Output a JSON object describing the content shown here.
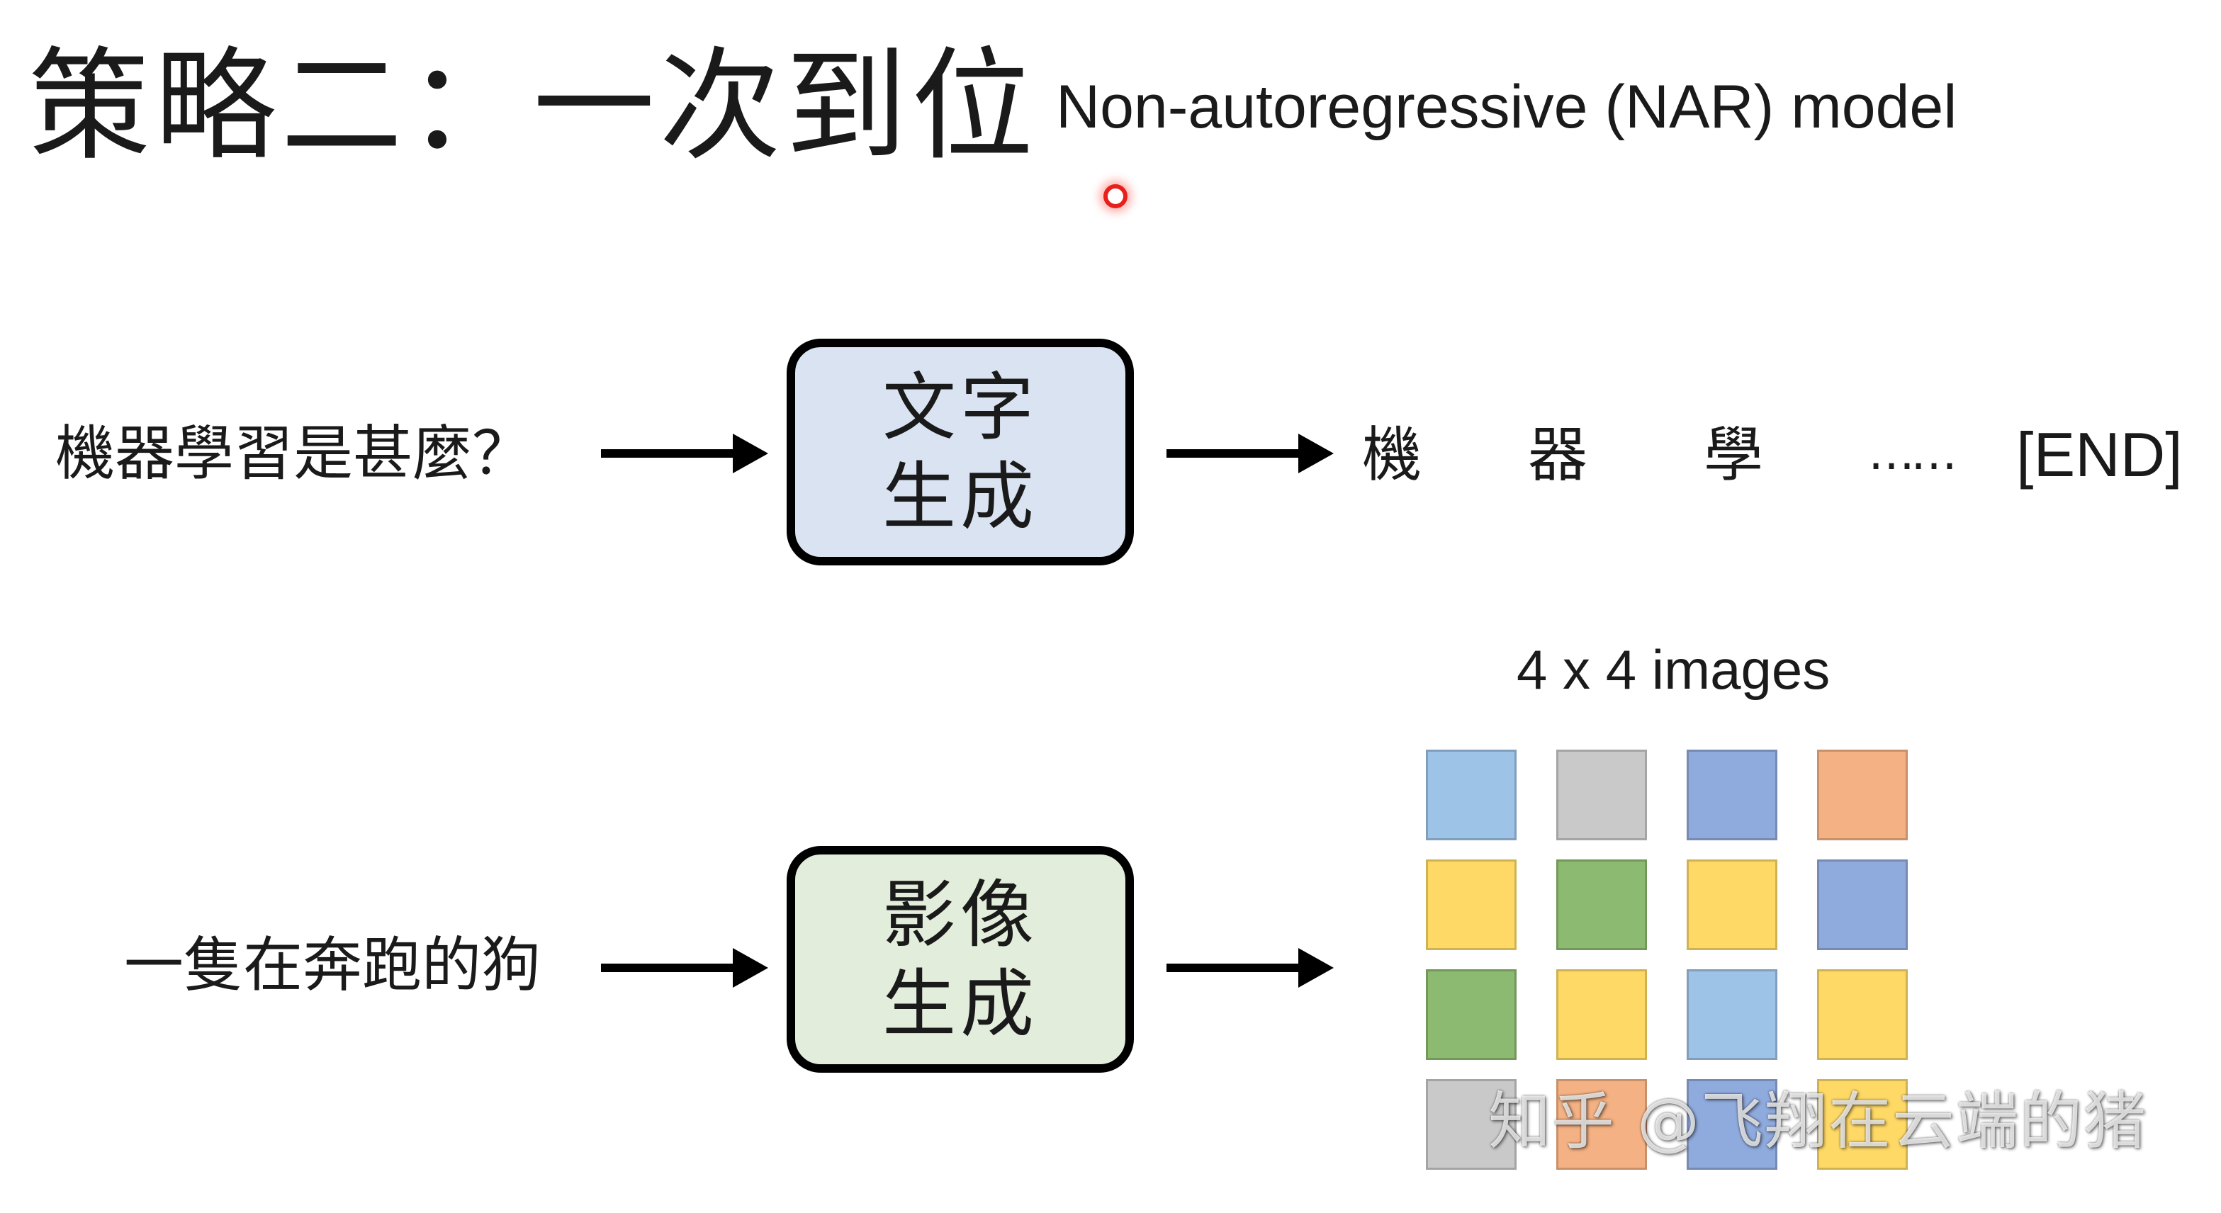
{
  "title": "策略二：一次到位",
  "subtitle": "Non-autoregressive (NAR) model",
  "text_row": {
    "input": "機器學習是甚麼？",
    "box_line1": "文字",
    "box_line2": "生成",
    "outputs": [
      "機",
      "器",
      "學",
      "……",
      "[END]"
    ]
  },
  "image_row": {
    "input": "一隻在奔跑的狗",
    "box_line1": "影像",
    "box_line2": "生成",
    "grid_label": "4 x 4 images",
    "grid_colors": [
      "#9dc3e6",
      "#c9c9c9",
      "#8faadc",
      "#f4b183",
      "#ffd966",
      "#8cba70",
      "#ffd966",
      "#8faadc",
      "#8cba70",
      "#ffd966",
      "#9dc3e6",
      "#ffd966",
      "#c9c9c9",
      "#f4b183",
      "#8faadc",
      "#ffd966"
    ]
  },
  "colors": {
    "text_box_fill": "#dae3f2",
    "image_box_fill": "#e3eddb",
    "pointer": "#e8201c"
  },
  "watermark": "知乎 @飞翔在云端的猪"
}
